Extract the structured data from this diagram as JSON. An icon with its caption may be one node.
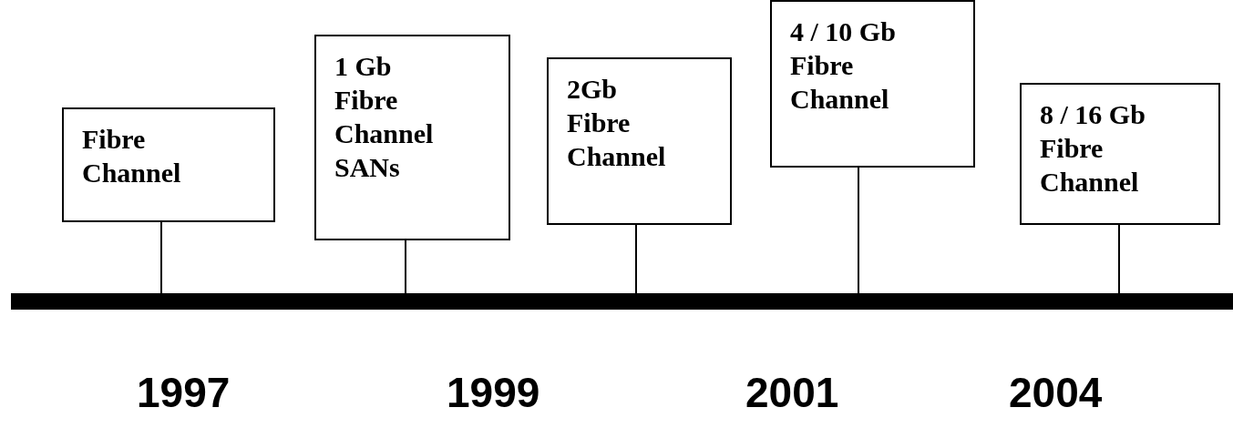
{
  "diagram": {
    "nodes": [
      {
        "text": [
          "Fibre Channel"
        ]
      },
      {
        "text": [
          "1 Gb",
          "Fibre Channel SANs"
        ]
      },
      {
        "text": [
          "2Gb",
          "Fibre Channel"
        ]
      },
      {
        "text": [
          "4 / 10 Gb",
          "Fibre Channel"
        ]
      },
      {
        "text": [
          "8 / 16 Gb",
          "Fibre Channel"
        ]
      },
      {
        "text": [],
        "shape": "bar"
      }
    ],
    "edges": [
      {
        "from": 0,
        "to": 5,
        "arrow": "none"
      },
      {
        "from": 1,
        "to": 5,
        "arrow": "none"
      },
      {
        "from": 2,
        "to": 5,
        "arrow": "none"
      },
      {
        "from": 3,
        "to": 5,
        "arrow": "none"
      },
      {
        "from": 4,
        "to": 5,
        "arrow": "none"
      }
    ],
    "labels": [
      "1997",
      "1999",
      "2001",
      "2004"
    ]
  }
}
